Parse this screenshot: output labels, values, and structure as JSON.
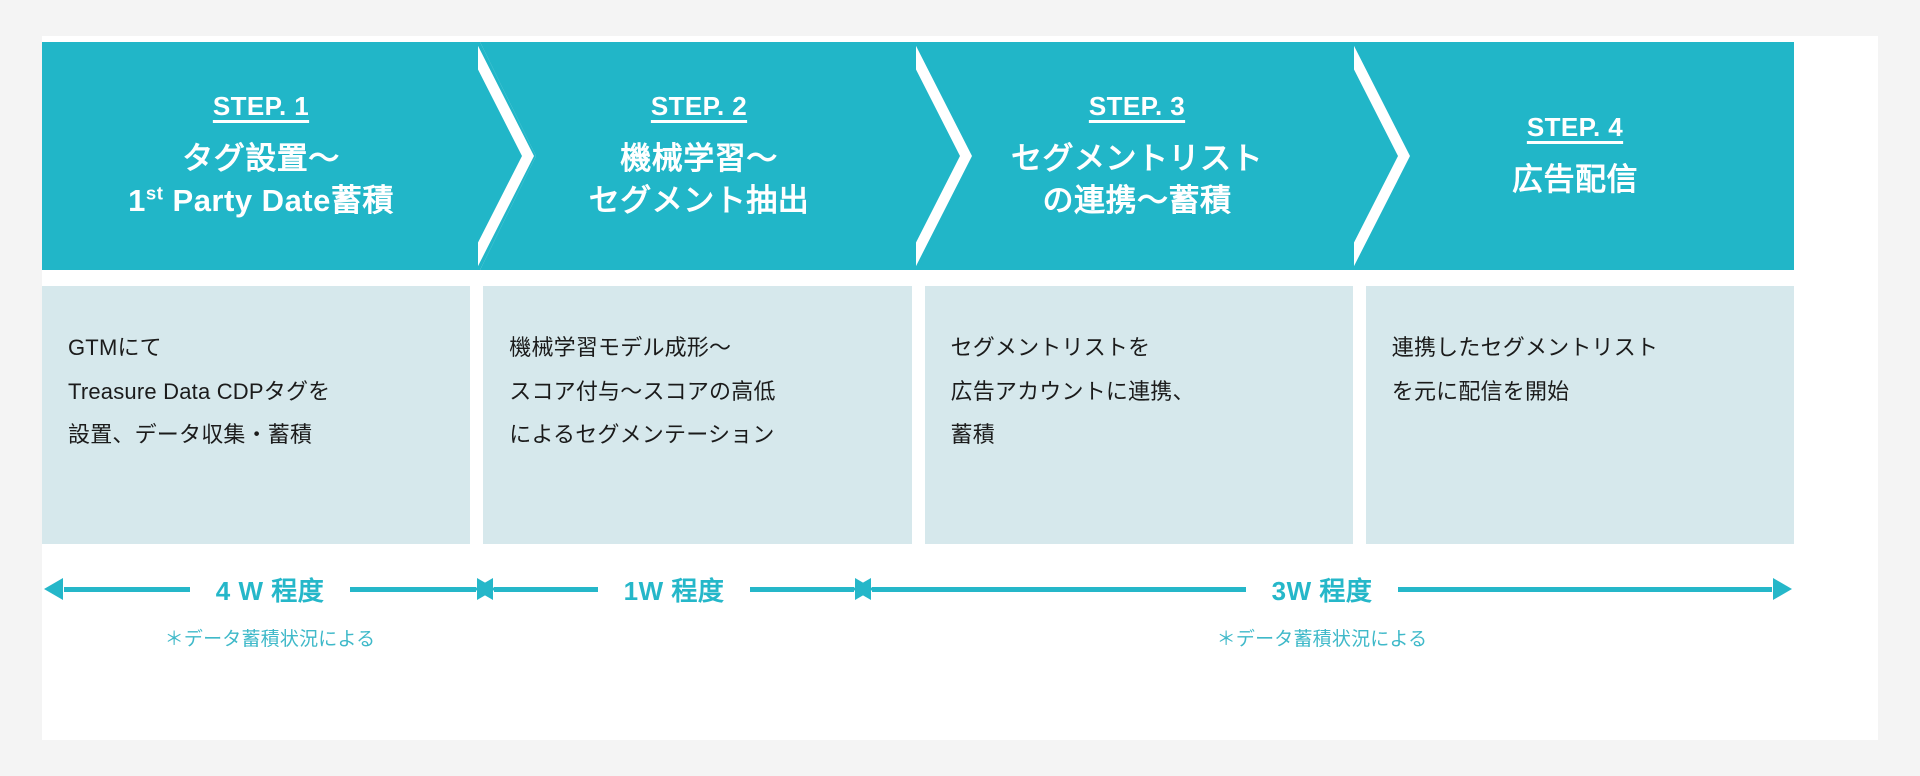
{
  "colors": {
    "page_background": "#f4f4f4",
    "card_background": "#ffffff",
    "accent_teal": "#21b6c8",
    "arrow_teal": "#25b7c9",
    "panel_light_blue": "#d6e8ec",
    "header_text": "#ffffff",
    "body_text": "#1b1b1b",
    "note_text": "#3fb9c9"
  },
  "steps": [
    {
      "number_label": "STEP. 1",
      "title_line1": "タグ設置〜",
      "title_line2_pre": "1",
      "title_line2_sup": "st",
      "title_line2_post": " Party Date蓄積",
      "body_lines": [
        "GTMにて",
        "Treasure Data CDPタグを",
        "設置、データ収集・蓄積"
      ]
    },
    {
      "number_label": "STEP. 2",
      "title_line1": "機械学習〜",
      "title_line2_pre": "セグメント抽出",
      "title_line2_sup": "",
      "title_line2_post": "",
      "body_lines": [
        "機械学習モデル成形〜",
        "スコア付与〜スコアの高低",
        "によるセグメンテーション"
      ]
    },
    {
      "number_label": "STEP. 3",
      "title_line1": "セグメントリスト",
      "title_line2_pre": "の連携〜蓄積",
      "title_line2_sup": "",
      "title_line2_post": "",
      "body_lines": [
        "セグメントリストを",
        "広告アカウントに連携、",
        "蓄積"
      ]
    },
    {
      "number_label": "STEP. 4",
      "title_line1": "広告配信",
      "title_line2_pre": "",
      "title_line2_sup": "",
      "title_line2_post": "",
      "body_lines": [
        "連携したセグメントリスト",
        "を元に配信を開始",
        ""
      ]
    }
  ],
  "timeline": [
    {
      "label": "4 W 程度",
      "note": "＊データ蓄積状況による"
    },
    {
      "label": "1W 程度",
      "note": ""
    },
    {
      "label": "3W 程度",
      "note": "＊データ蓄積状況による"
    }
  ]
}
